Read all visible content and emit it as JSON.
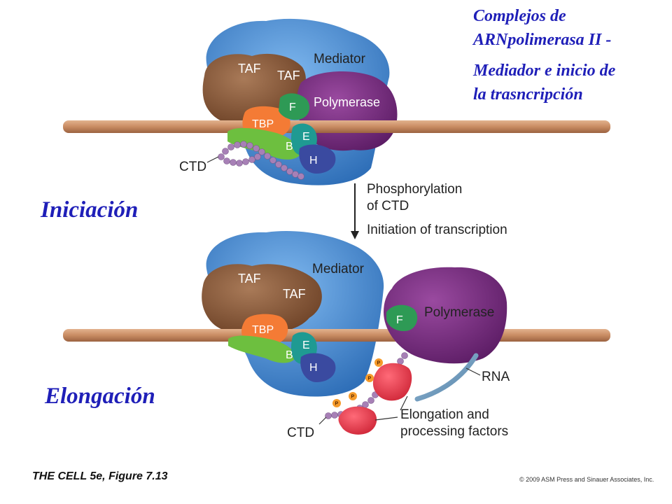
{
  "title": {
    "line1": "Complejos de",
    "line2": "ARNpolimerasa II -",
    "line3": "Mediador e inicio de",
    "line4": "la trasncripción"
  },
  "stages": {
    "initiation": "Iniciación",
    "elongation": "Elongación"
  },
  "top_complex": {
    "mediator": "Mediator",
    "taf1": "TAF",
    "taf2": "TAF",
    "tbp": "TBP",
    "f": "F",
    "polymerase": "Polymerase",
    "e": "E",
    "b": "B",
    "h": "H",
    "ctd": "CTD"
  },
  "transition": {
    "line1": "Phosphorylation",
    "line2": "of CTD",
    "line3": "Initiation of transcription"
  },
  "bottom_complex": {
    "mediator": "Mediator",
    "taf1": "TAF",
    "taf2": "TAF",
    "tbp": "TBP",
    "f": "F",
    "polymerase": "Polymerase",
    "e": "E",
    "b": "B",
    "h": "H",
    "rna": "RNA",
    "elong_line1": "Elongation and",
    "elong_line2": "processing factors",
    "ctd": "CTD",
    "phospho": "P"
  },
  "footer": {
    "figure": "THE CELL 5e, Figure 7.13",
    "copyright": "© 2009 ASM Press and Sinauer Associates, Inc."
  },
  "colors": {
    "title_text": "#1f1fb8",
    "dna": "#c98c63",
    "mediator": "#4a90d9",
    "taf": "#8b5a3c",
    "polymerase": "#7b2a82",
    "tbp": "#f47b35",
    "tfiib": "#6dbf3f",
    "tfiie": "#1f9a92",
    "tfiih": "#3a4aa0",
    "tfiif": "#2e9a55",
    "ctd": "#a780b6",
    "elongation_factors": "#e23a4a",
    "rna": "#6f96b8"
  }
}
